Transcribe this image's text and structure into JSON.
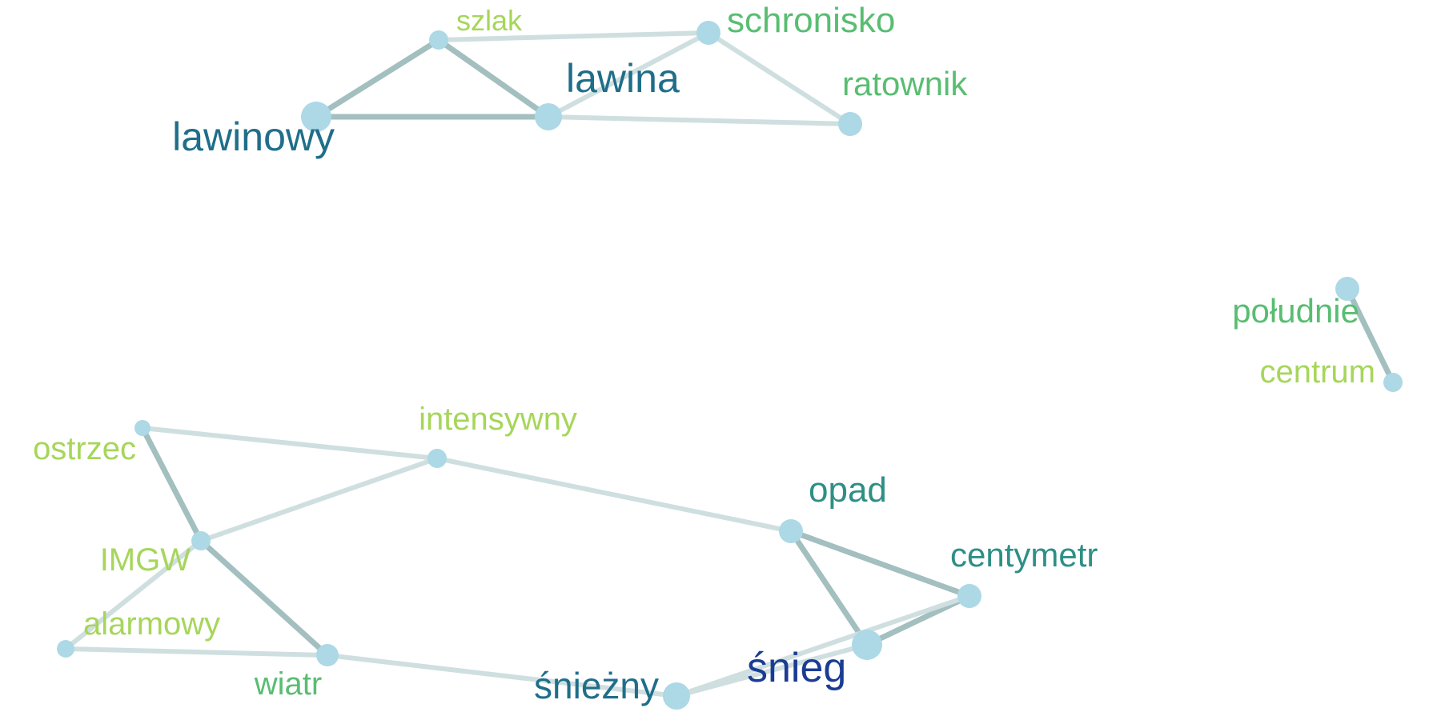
{
  "colors": {
    "node_fill": "#ADD8E6",
    "edge_strong": "#A3BFC0",
    "edge_medium": "#B8CED0",
    "edge_light": "#CFDFE0"
  },
  "nodes": [
    {
      "id": "szlak",
      "label": "szlak",
      "color": "#A6D65A"
    },
    {
      "id": "schronisko",
      "label": "schronisko",
      "color": "#59BD72"
    },
    {
      "id": "lawina",
      "label": "lawina",
      "color": "#1F6E8A"
    },
    {
      "id": "ratownik",
      "label": "ratownik",
      "color": "#59BD72"
    },
    {
      "id": "lawinowy",
      "label": "lawinowy",
      "color": "#1F6E8A"
    },
    {
      "id": "poludnie",
      "label": "południe",
      "color": "#59BD72"
    },
    {
      "id": "centrum",
      "label": "centrum",
      "color": "#A6D65A"
    },
    {
      "id": "intensywny",
      "label": "intensywny",
      "color": "#A6D65A"
    },
    {
      "id": "ostrzec",
      "label": "ostrzec",
      "color": "#A6D65A"
    },
    {
      "id": "imgw",
      "label": "IMGW",
      "color": "#A6D65A"
    },
    {
      "id": "alarmowy",
      "label": "alarmowy",
      "color": "#A6D65A"
    },
    {
      "id": "wiatr",
      "label": "wiatr",
      "color": "#59BD72"
    },
    {
      "id": "opad",
      "label": "opad",
      "color": "#2E8F86"
    },
    {
      "id": "centymetr",
      "label": "centymetr",
      "color": "#2E8F86"
    },
    {
      "id": "snieg",
      "label": "śnieg",
      "color": "#1A3C93"
    },
    {
      "id": "snieżny",
      "label": "śnieżny",
      "color": "#1F6E8A"
    }
  ],
  "edges": [
    {
      "source": "szlak",
      "target": "schronisko",
      "strength": "light"
    },
    {
      "source": "szlak",
      "target": "lawinowy",
      "strength": "strong"
    },
    {
      "source": "szlak",
      "target": "lawina",
      "strength": "strong"
    },
    {
      "source": "lawinowy",
      "target": "lawina",
      "strength": "strong"
    },
    {
      "source": "lawina",
      "target": "schronisko",
      "strength": "light"
    },
    {
      "source": "lawina",
      "target": "ratownik",
      "strength": "light"
    },
    {
      "source": "schronisko",
      "target": "ratownik",
      "strength": "light"
    },
    {
      "source": "poludnie",
      "target": "centrum",
      "strength": "strong"
    },
    {
      "source": "ostrzec",
      "target": "intensywny",
      "strength": "light"
    },
    {
      "source": "ostrzec",
      "target": "imgw",
      "strength": "strong"
    },
    {
      "source": "imgw",
      "target": "intensywny",
      "strength": "light"
    },
    {
      "source": "imgw",
      "target": "alarmowy",
      "strength": "light"
    },
    {
      "source": "imgw",
      "target": "wiatr",
      "strength": "strong"
    },
    {
      "source": "alarmowy",
      "target": "wiatr",
      "strength": "light"
    },
    {
      "source": "wiatr",
      "target": "snieżny",
      "strength": "light"
    },
    {
      "source": "intensywny",
      "target": "opad",
      "strength": "light"
    },
    {
      "source": "opad",
      "target": "centymetr",
      "strength": "strong"
    },
    {
      "source": "opad",
      "target": "snieg",
      "strength": "strong"
    },
    {
      "source": "centymetr",
      "target": "snieg",
      "strength": "strong"
    },
    {
      "source": "centymetr",
      "target": "snieżny",
      "strength": "light"
    },
    {
      "source": "snieg",
      "target": "snieżny",
      "strength": "light"
    }
  ]
}
